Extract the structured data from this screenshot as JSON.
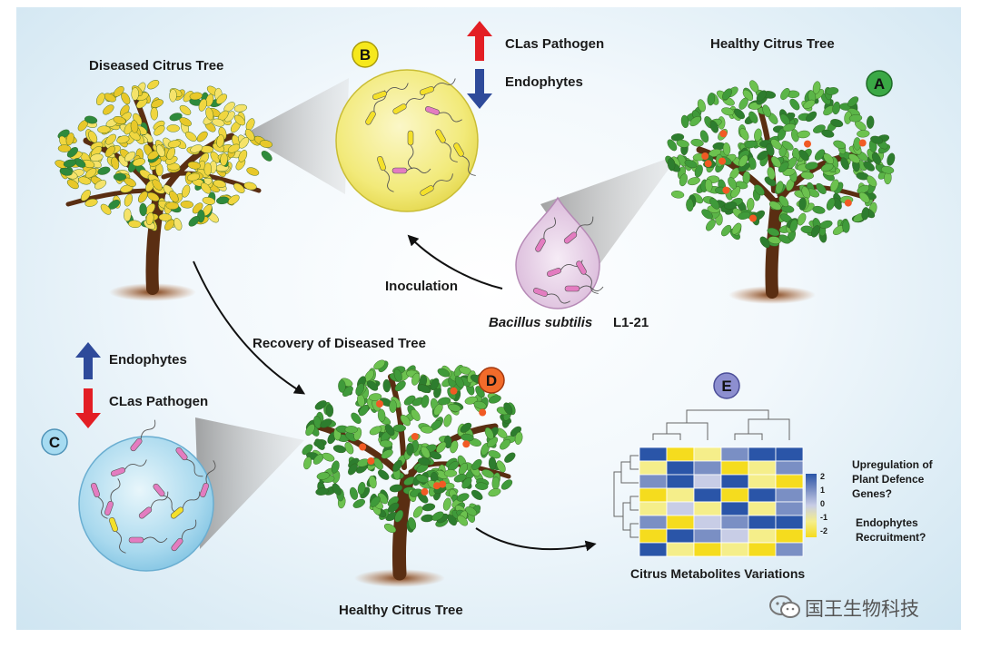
{
  "labels": {
    "diseased_tree": "Diseased Citrus Tree",
    "healthy_tree_top": "Healthy Citrus Tree",
    "healthy_tree_bottom": "Healthy Citrus Tree",
    "inoculation": "Inoculation",
    "bacillus_species": "Bacillus subtilis",
    "bacillus_strain": "L1-21",
    "recovery": "Recovery of Diseased Tree",
    "metabolites": "Citrus Metabolites Variations",
    "b_up": "CLas Pathogen",
    "b_down": "Endophytes",
    "c_up": "Endophytes",
    "c_down": "CLas Pathogen",
    "q1_line1": "Upregulation of",
    "q1_line2": "Plant Defence",
    "q1_line3": "Genes?",
    "q2_line1": "Endophytes",
    "q2_line2": "Recruitment?"
  },
  "badges": {
    "a": "A",
    "b": "B",
    "c": "C",
    "d": "D",
    "e": "E"
  },
  "heatmap": {
    "scale_ticks": [
      "2",
      "1",
      "0",
      "-1",
      "-2"
    ],
    "colors": [
      "#2a55a8",
      "#7a8fc4",
      "#c8cde6",
      "#f5ee8a",
      "#f5dc1e"
    ],
    "rows": [
      [
        2,
        -2,
        -1,
        1,
        2,
        2
      ],
      [
        -1,
        2,
        1,
        -2,
        -1,
        1
      ],
      [
        1,
        2,
        0,
        2,
        -1,
        -2
      ],
      [
        -2,
        -1,
        2,
        -2,
        2,
        1
      ],
      [
        -1,
        0,
        -1,
        2,
        -1,
        1
      ],
      [
        1,
        -2,
        0,
        1,
        2,
        2
      ],
      [
        -2,
        2,
        1,
        0,
        -1,
        -2
      ],
      [
        2,
        -1,
        -2,
        -1,
        -2,
        1
      ]
    ]
  },
  "watermark": {
    "text": "国王生物科技",
    "icon": "wechat-icon"
  }
}
